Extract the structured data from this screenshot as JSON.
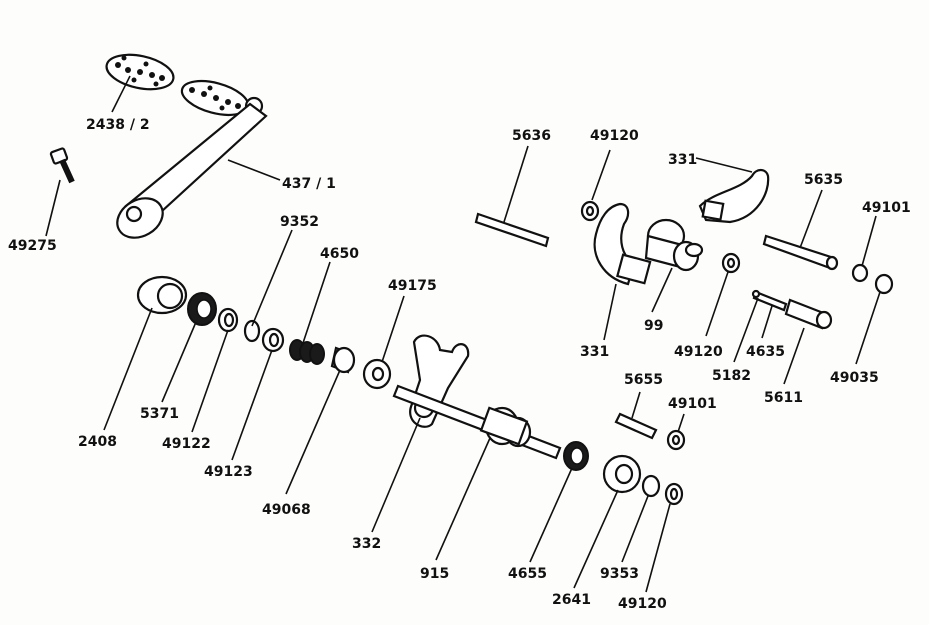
{
  "diagram": {
    "parts": [
      {
        "key": "p2438",
        "label": "2438 / 2"
      },
      {
        "key": "p437",
        "label": "437 / 1"
      },
      {
        "key": "p49275",
        "label": "49275"
      },
      {
        "key": "p9352",
        "label": "9352"
      },
      {
        "key": "p4650",
        "label": "4650"
      },
      {
        "key": "p49175",
        "label": "49175"
      },
      {
        "key": "p2408",
        "label": "2408"
      },
      {
        "key": "p5371",
        "label": "5371"
      },
      {
        "key": "p49122",
        "label": "49122"
      },
      {
        "key": "p49123",
        "label": "49123"
      },
      {
        "key": "p49068",
        "label": "49068"
      },
      {
        "key": "p332",
        "label": "332"
      },
      {
        "key": "p915",
        "label": "915"
      },
      {
        "key": "p4655",
        "label": "4655"
      },
      {
        "key": "p2641",
        "label": "2641"
      },
      {
        "key": "p9353",
        "label": "9353"
      },
      {
        "key": "p49120c",
        "label": "49120"
      },
      {
        "key": "p5636",
        "label": "5636"
      },
      {
        "key": "p49120a",
        "label": "49120"
      },
      {
        "key": "p331a",
        "label": "331"
      },
      {
        "key": "p5635",
        "label": "5635"
      },
      {
        "key": "p49101a",
        "label": "49101"
      },
      {
        "key": "p331b",
        "label": "331"
      },
      {
        "key": "p99",
        "label": "99"
      },
      {
        "key": "p49120b",
        "label": "49120"
      },
      {
        "key": "p5182",
        "label": "5182"
      },
      {
        "key": "p4635",
        "label": "4635"
      },
      {
        "key": "p5611",
        "label": "5611"
      },
      {
        "key": "p49035",
        "label": "49035"
      },
      {
        "key": "p5655",
        "label": "5655"
      },
      {
        "key": "p49101b",
        "label": "49101"
      }
    ]
  }
}
